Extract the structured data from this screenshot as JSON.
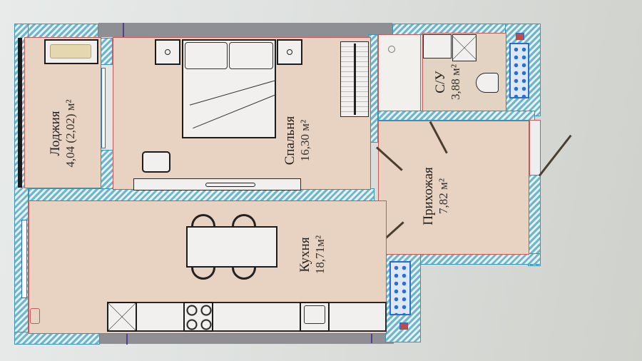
{
  "plan": {
    "type": "apartment_floor_plan",
    "rooms": [
      {
        "id": "loggia",
        "name": "Лоджия",
        "area": "4,04 (2,02) м²"
      },
      {
        "id": "bedroom",
        "name": "Спальня",
        "area": "16,30 м²"
      },
      {
        "id": "bathroom",
        "name": "С/У",
        "area": "3,88 м²"
      },
      {
        "id": "hallway",
        "name": "Прихожая",
        "area": "7,82 м²"
      },
      {
        "id": "kitchen",
        "name": "Кухня",
        "area": "18,71м²"
      }
    ],
    "colors": {
      "floor": "#e8d3c3",
      "wall_hatch": "#6fb6cc",
      "room_outline": "#c25a5a",
      "radiator": "#2a6fd0",
      "exterior_wall": "#8d8f94",
      "background": "#dfe2e0"
    },
    "furniture": {
      "bedroom": [
        "double-bed",
        "nightstand",
        "nightstand",
        "wardrobe",
        "armchair",
        "tv-console"
      ],
      "bathroom": [
        "shower",
        "washing-machine",
        "toilet",
        "bathtub"
      ],
      "kitchen": [
        "dining-table",
        "chair",
        "chair",
        "chair",
        "chair",
        "fridge",
        "stove",
        "sink"
      ],
      "loggia": [
        "air-conditioner"
      ]
    }
  }
}
